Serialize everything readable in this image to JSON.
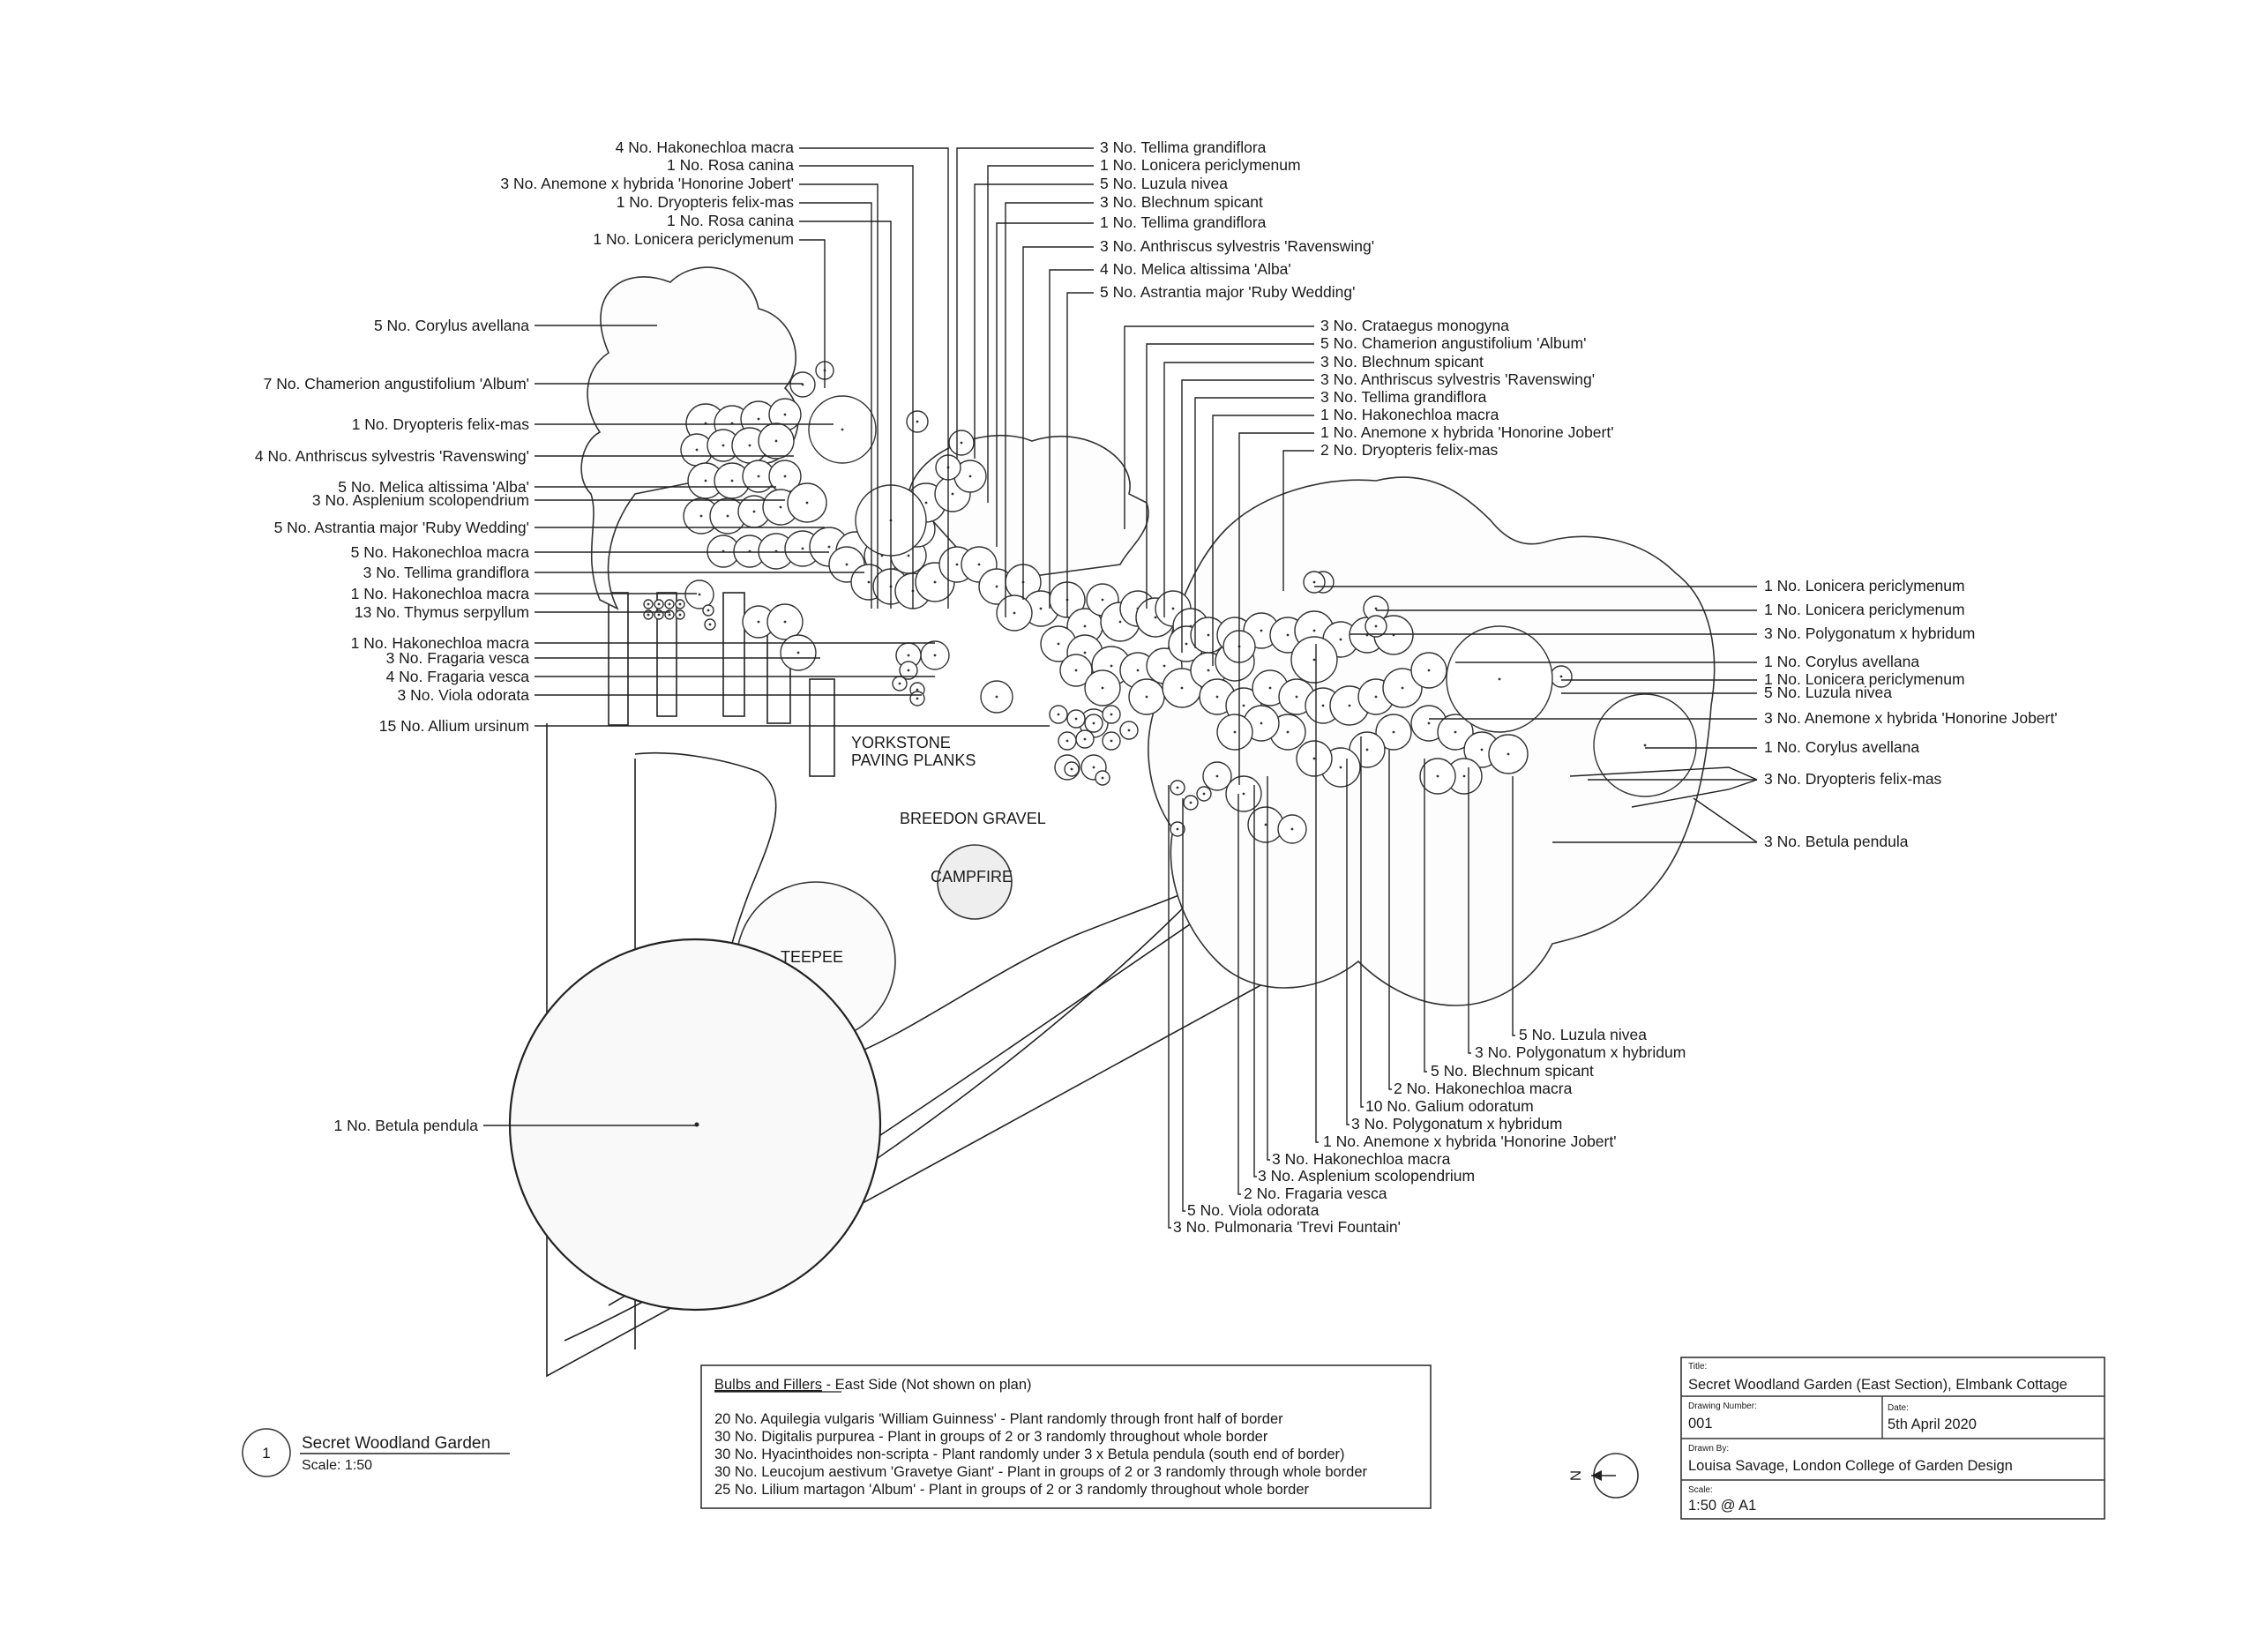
{
  "labels_top_left": [
    "4 No. Hakonechloa macra",
    "1 No. Rosa canina",
    "3 No. Anemone x hybrida 'Honorine Jobert'",
    "1 No. Dryopteris felix-mas",
    "1 No. Rosa canina",
    "1 No. Lonicera periclymenum"
  ],
  "labels_top_right": [
    "3 No. Tellima grandiflora",
    "1 No. Lonicera periclymenum",
    "5 No. Luzula nivea",
    "3 No. Blechnum spicant",
    "1 No. Tellima grandiflora",
    "3 No. Anthriscus sylvestris 'Ravenswing'",
    "4 No. Melica altissima 'Alba'",
    "5 No. Astrantia major 'Ruby Wedding'"
  ],
  "labels_mid_top": [
    "3 No. Crataegus monogyna",
    "5 No. Chamerion angustifolium 'Album'",
    "3 No. Blechnum spicant",
    "3 No. Anthriscus sylvestris 'Ravenswing'",
    "3 No. Tellima grandiflora",
    "1 No. Hakonechloa macra",
    "1 No. Anemone x hybrida 'Honorine Jobert'",
    "2 No. Dryopteris felix-mas"
  ],
  "labels_left": [
    "5 No. Corylus avellana",
    "7 No. Chamerion angustifolium 'Album'",
    "1 No. Dryopteris felix-mas",
    "4 No. Anthriscus sylvestris 'Ravenswing'",
    "5 No. Melica altissima 'Alba'",
    "3 No. Asplenium scolopendrium",
    "5 No. Astrantia major 'Ruby Wedding'",
    "5 No. Hakonechloa macra",
    "3 No. Tellima grandiflora",
    "1 No. Hakonechloa macra",
    "13 No. Thymus serpyllum",
    "1 No. Hakonechloa macra",
    "3 No. Fragaria vesca",
    "4 No. Fragaria vesca",
    "3 No. Viola odorata",
    "15 No. Allium ursinum",
    "1 No. Betula pendula"
  ],
  "labels_right": [
    "1 No. Lonicera periclymenum",
    "1 No. Lonicera periclymenum",
    "3 No. Polygonatum x hybridum",
    "1 No. Corylus avellana",
    "1 No. Lonicera periclymenum",
    "5 No. Luzula nivea",
    "3 No. Anemone x hybrida 'Honorine Jobert'",
    "1 No. Corylus avellana",
    "3 No. Dryopteris felix-mas",
    "3 No. Betula pendula"
  ],
  "labels_bottom": [
    "5 No. Luzula nivea",
    "3 No. Polygonatum x hybridum",
    "5 No. Blechnum spicant",
    "2 No. Hakonechloa macra",
    "10 No. Galium odoratum",
    "3 No. Polygonatum x hybridum",
    "1 No. Anemone x hybrida 'Honorine Jobert'",
    "3 No. Hakonechloa macra",
    "3 No. Asplenium scolopendrium",
    "2 No. Fragaria vesca",
    "5 No. Viola odorata",
    "3 No. Pulmonaria 'Trevi Fountain'"
  ],
  "areas": {
    "paving_line1": "YORKSTONE",
    "paving_line2": "PAVING PLANKS",
    "gravel": "BREEDON GRAVEL",
    "campfire": "CAMPFIRE",
    "teepee": "TEEPEE"
  },
  "bulbs_box": {
    "title_underlined": "Bulbs and Fillers",
    "title_rest": " - East Side (Not shown on plan)",
    "items": [
      "20 No.  Aquilegia vulgaris 'William Guinness' - Plant randomly through front half of border",
      "30 No.  Digitalis purpurea - Plant in groups of 2 or 3 randomly throughout whole border",
      "30 No.  Hyacinthoides non-scripta - Plant randomly under 3 x Betula pendula (south end of border)",
      "30 No.  Leucojum aestivum 'Gravetye Giant' - Plant in groups of 2 or 3 randomly through whole border",
      "25 No.  Lilium martagon 'Album' - Plant in groups of 2 or 3 randomly throughout whole border"
    ]
  },
  "drawing_ref": {
    "number": "1",
    "title": "Secret Woodland Garden",
    "scale": "Scale: 1:50"
  },
  "north_arrow": {
    "letter": "N"
  },
  "title_block": {
    "title_caption": "Title:",
    "title": "Secret Woodland Garden (East Section), Elmbank Cottage",
    "drawing_number_caption": "Drawing Number:",
    "drawing_number": "001",
    "date_caption": "Date:",
    "date": "5th April 2020",
    "drawn_by_caption": "Drawn By:",
    "drawn_by": "Louisa Savage, London College of Garden Design",
    "scale_caption": "Scale:",
    "scale": "1:50 @ A1"
  }
}
